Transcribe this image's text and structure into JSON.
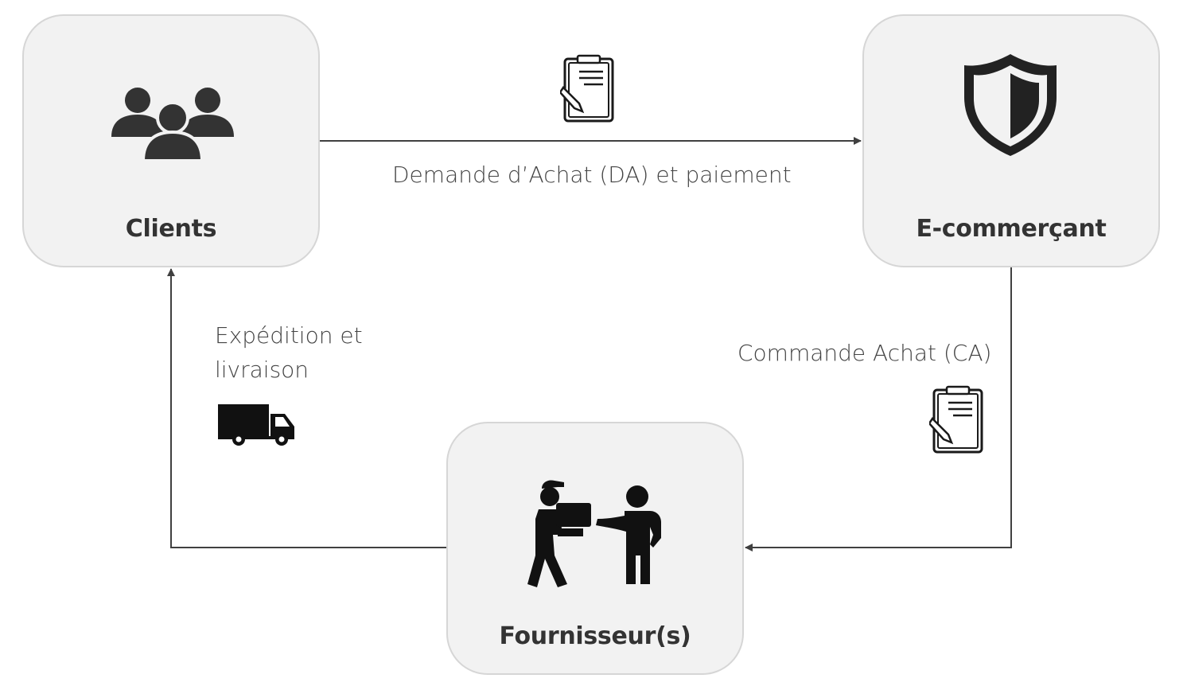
{
  "nodes": {
    "clients": {
      "label": "Clients",
      "icon": "users-group-icon"
    },
    "merchant": {
      "label": "E-commerçant",
      "icon": "shield-icon"
    },
    "supplier": {
      "label": "Fournisseur(s)",
      "icon": "package-handover-icon"
    }
  },
  "edges": {
    "purchase_request": {
      "label": "Demande d’Achat (DA) et paiement",
      "from": "Clients",
      "to": "E-commerçant",
      "icon": "clipboard-icon"
    },
    "purchase_order": {
      "label": "Commande Achat (CA)",
      "from": "E-commerçant",
      "to": "Fournisseur(s)",
      "icon": "clipboard-icon"
    },
    "shipping": {
      "label_line1": "Expédition et",
      "label_line2": "livraison",
      "from": "Fournisseur(s)",
      "to": "Clients",
      "icon": "truck-icon"
    }
  },
  "colors": {
    "node_fill": "#f2f2f2",
    "node_border": "#d6d6d6",
    "connector": "#404040",
    "icon": "#1a1a1a",
    "label_text": "#333333"
  }
}
